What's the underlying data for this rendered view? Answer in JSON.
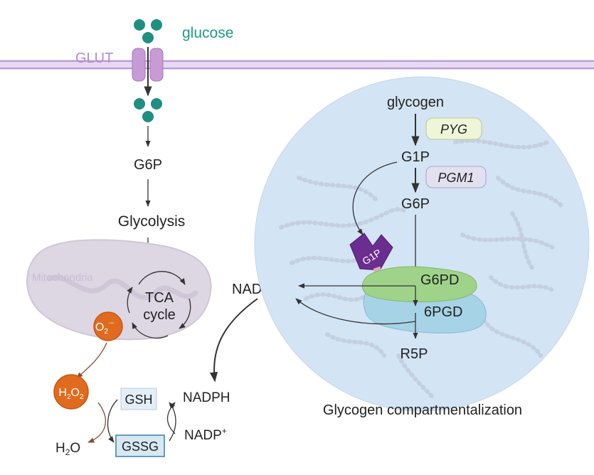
{
  "labels": {
    "glucose": "glucose",
    "glut": "GLUT",
    "g6p_left": "G6P",
    "glycolysis": "Glycolysis",
    "mitochondria": "Mitochondria",
    "tca_line1": "TCA",
    "tca_line2": "cycle",
    "superoxide": "O",
    "superoxide_sub": "2",
    "superoxide_sup": "·−",
    "h2o2_h": "H",
    "h2o2_sub1": "2",
    "h2o2_o": "O",
    "h2o2_sub2": "2",
    "h2o_h": "H",
    "h2o_sub": "2",
    "h2o_o": "O",
    "gsh": "GSH",
    "gssg": "GSSG",
    "nadph_lower": "NADPH",
    "nadp_plus": "NADP",
    "nadp_plus_sup": "+",
    "nadph_center": "NADPH",
    "glycogen": "glycogen",
    "pyg": "PYG",
    "g1p": "G1P",
    "pgm1": "PGM1",
    "g6p_right": "G6P",
    "g1p_sensor": "G1P",
    "g6pd": "G6PD",
    "pgd": "6PGD",
    "r5p": "R5P",
    "compartment_caption": "Glycogen compartmentalization"
  },
  "colors": {
    "membrane": "#d9c8ea",
    "membrane_line": "#b99bd6",
    "glut_channel": "#c99ad6",
    "glucose_dot": "#1f8f82",
    "glucose_text": "#1f9a8c",
    "mitochondria": "#ddd6e3",
    "superoxide": "#e06b1f",
    "compartment": "#d3e4f4",
    "glycogen_dots": "#c4cfe0",
    "pyg_fill": "#eef5d8",
    "pgm1_fill": "#e3e1f0",
    "g6pd_enzyme": "#9fd38a",
    "pgd_enzyme": "#a7d3e6",
    "sensor": "#6b2d8f",
    "arrow": "#333333",
    "arrow_brown": "#8b4a2e"
  }
}
